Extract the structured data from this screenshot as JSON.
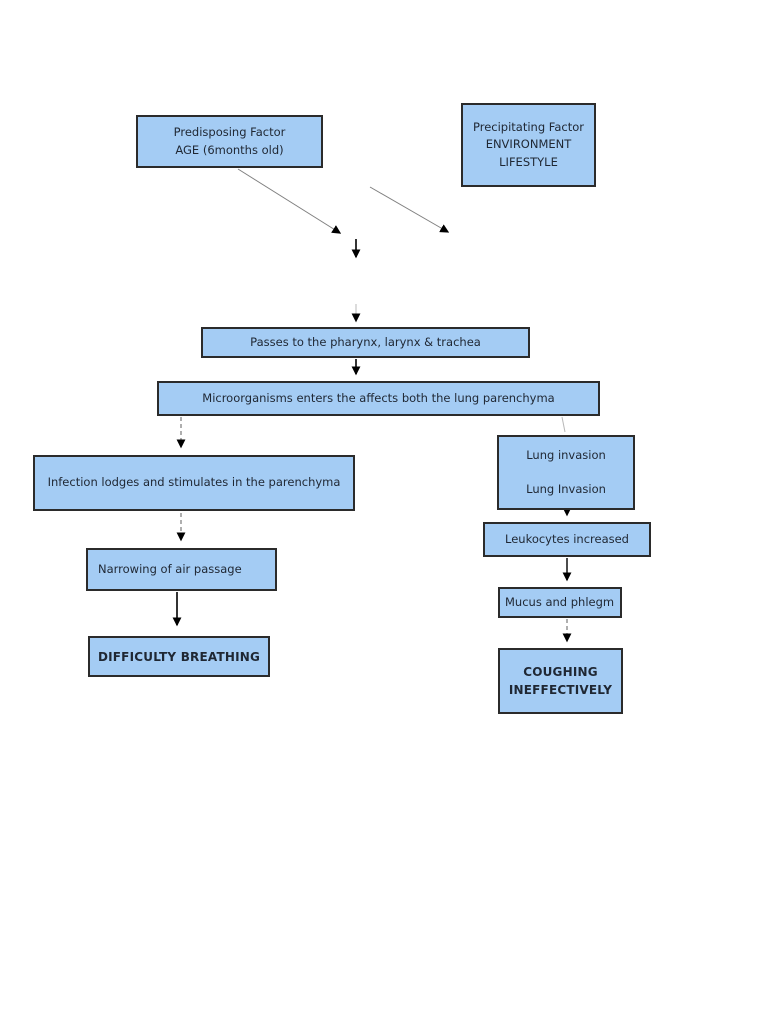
{
  "diagram": {
    "title": "Pneumonia pathophysiology flowchart",
    "colors": {
      "node_fill": "#A4CCF4",
      "node_border": "#2B2B2B",
      "text": "#1F2733",
      "arrow": "#000000",
      "connector_gray": "#808080"
    },
    "nodes": {
      "predisposing": {
        "text": "Predisposing Factor\nAGE (6months old)"
      },
      "precipitating": {
        "text": "Precipitating Factor\nENVIRONMENT\nLIFESTYLE"
      },
      "passes": {
        "text": "Passes to the pharynx, larynx & trachea"
      },
      "microorganisms": {
        "text": "Microorganisms enters the affects both the lung parenchyma"
      },
      "infection": {
        "text": "Infection lodges and stimulates in the parenchyma"
      },
      "lung_invasion": {
        "text": "Lung invasion\n\nLung Invasion"
      },
      "leukocytes": {
        "text": "Leukocytes increased"
      },
      "mucus": {
        "text": "Mucus and phlegm"
      },
      "coughing": {
        "text": "COUGHING\nINEFFECTIVELY"
      },
      "narrowing": {
        "text": "Narrowing of air passage"
      },
      "difficulty": {
        "text": "DIFFICULTY BREATHING"
      }
    }
  }
}
